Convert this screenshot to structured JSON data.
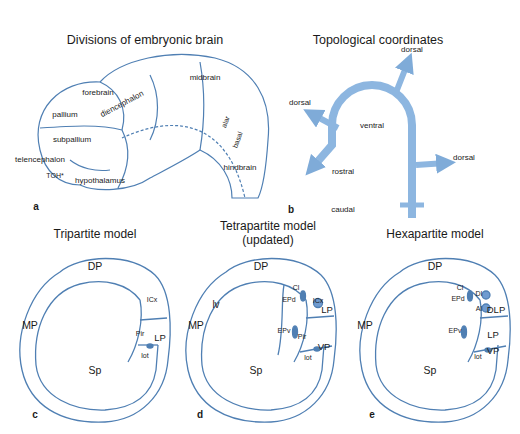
{
  "diagram": {
    "labels": [
      "Divisions of embryonic brain",
      "forebrain",
      "midbrain",
      "pallium",
      "diencephalon",
      "alar",
      "basal",
      "subpallium",
      "telencephalon",
      "TOH*",
      "hypothalamus",
      "hindbrain",
      "a",
      "Topological coordinates",
      "dorsal",
      "dorsal",
      "ventral",
      "rostral",
      "caudal",
      "dorsal",
      "b",
      "Tripartite model",
      "DP",
      "MP",
      "ICx",
      "Pir",
      "LP",
      "lot",
      "Sp",
      "c",
      "Tetrapartite model (updated)",
      "DP",
      "MP",
      "lv",
      "Cl",
      "EPd",
      "ICx",
      "LP",
      "EPv",
      "Pir",
      "VP",
      "lot",
      "Sp",
      "d",
      "Hexapartite model",
      "DP",
      "MP",
      "Cl",
      "EPd",
      "DI",
      "AI",
      "DLP",
      "EPv",
      "LP",
      "VP",
      "lot",
      "Sp",
      "e"
    ]
  }
}
